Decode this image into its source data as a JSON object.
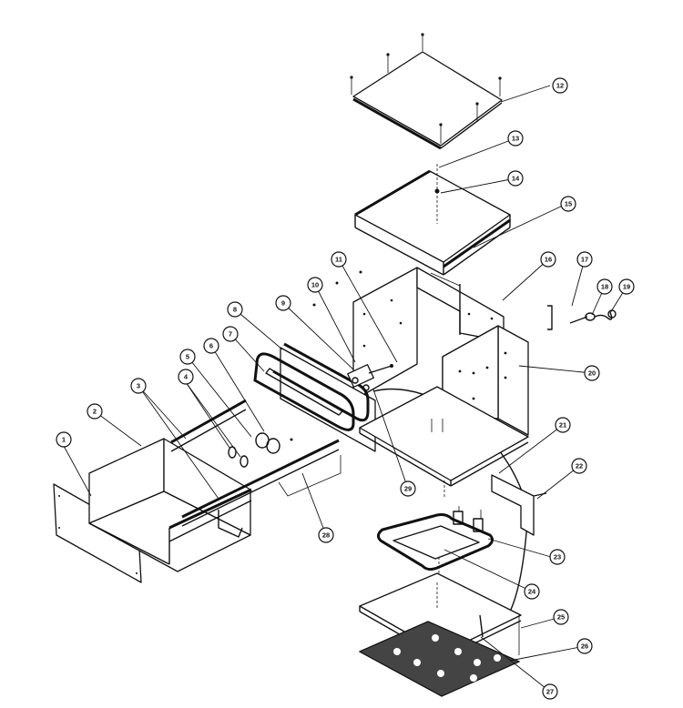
{
  "diagram": {
    "callouts": [
      {
        "id": "1",
        "label": "1"
      },
      {
        "id": "2",
        "label": "2"
      },
      {
        "id": "3",
        "label": "3"
      },
      {
        "id": "4",
        "label": "4"
      },
      {
        "id": "5",
        "label": "5"
      },
      {
        "id": "6",
        "label": "6"
      },
      {
        "id": "7",
        "label": "7"
      },
      {
        "id": "8",
        "label": "8"
      },
      {
        "id": "9",
        "label": "9"
      },
      {
        "id": "10",
        "label": "10"
      },
      {
        "id": "11",
        "label": "11"
      },
      {
        "id": "12",
        "label": "12"
      },
      {
        "id": "13",
        "label": "13"
      },
      {
        "id": "14",
        "label": "14"
      },
      {
        "id": "15",
        "label": "15"
      },
      {
        "id": "16",
        "label": "16"
      },
      {
        "id": "17",
        "label": "17"
      },
      {
        "id": "18",
        "label": "18"
      },
      {
        "id": "19",
        "label": "19"
      },
      {
        "id": "20",
        "label": "20"
      },
      {
        "id": "21",
        "label": "21"
      },
      {
        "id": "22",
        "label": "22"
      },
      {
        "id": "23",
        "label": "23"
      },
      {
        "id": "24",
        "label": "24"
      },
      {
        "id": "25",
        "label": "25"
      },
      {
        "id": "26",
        "label": "26"
      },
      {
        "id": "27",
        "label": "27"
      },
      {
        "id": "28",
        "label": "28"
      },
      {
        "id": "29",
        "label": "29"
      }
    ]
  }
}
